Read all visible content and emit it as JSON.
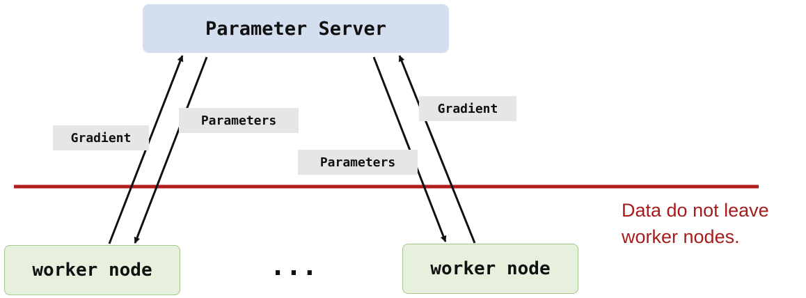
{
  "diagram": {
    "server_label": "Parameter Server",
    "worker_left_label": "worker node",
    "worker_right_label": "worker node",
    "ellipsis": "...",
    "edge_labels": {
      "left_gradient": "Gradient",
      "left_parameters": "Parameters",
      "right_parameters": "Parameters",
      "right_gradient": "Gradient"
    },
    "privacy_note": {
      "line1": "Data do not leave",
      "line2": "worker nodes."
    },
    "colors": {
      "server_fill": "#d3deee",
      "worker_fill": "#e6f0dc",
      "worker_border": "#a6c58c",
      "boundary_line": "#b01e1e",
      "note_text": "#a61c1c",
      "label_fill": "#e6e6e6",
      "arrow": "#111111"
    }
  }
}
